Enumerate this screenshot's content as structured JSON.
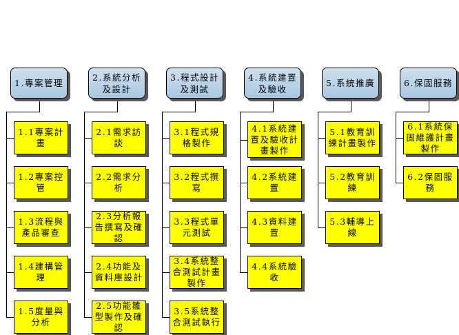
{
  "columns": [
    {
      "header": "1.專案管理",
      "tasks": [
        "1.1專案計畫",
        "1.2專案控管",
        "1.3流程與產品審查",
        "1.4建構管理",
        "1.5度量與分析"
      ]
    },
    {
      "header": "2.系統分析及設計",
      "tasks": [
        "2.1需求訪談",
        "2.2需求分析",
        "2.3分析報告撰寫及確認",
        "2.4功能及資料庫設計",
        "2.5功能雛型製作及確認"
      ]
    },
    {
      "header": "3.程式設計及測試",
      "tasks": [
        "3.1程式規格製作",
        "3.2程式撰寫",
        "3.3程式單元測試",
        "3.4系統整合測試計畫製作",
        "3.5系統整合測試執行"
      ]
    },
    {
      "header": "4.系統建置及驗收",
      "tasks": [
        "4.1系統建置及驗收計畫製作",
        "4.2系統建置",
        "4.3資料建置",
        "4.4系統驗收"
      ]
    },
    {
      "header": "5.系統推廣",
      "tasks": [
        "5.1教育訓練計畫製作",
        "5.2教育訓練",
        "5.3輔導上線"
      ]
    },
    {
      "header": "6.保固服務",
      "tasks": [
        "6.1系統保固維護計畫製作",
        "6.2保固服務"
      ]
    }
  ],
  "colors": {
    "header_fill": "#b8d2e8",
    "task_fill": "#ffff00",
    "shadow": "#595959",
    "line": "#000000"
  }
}
